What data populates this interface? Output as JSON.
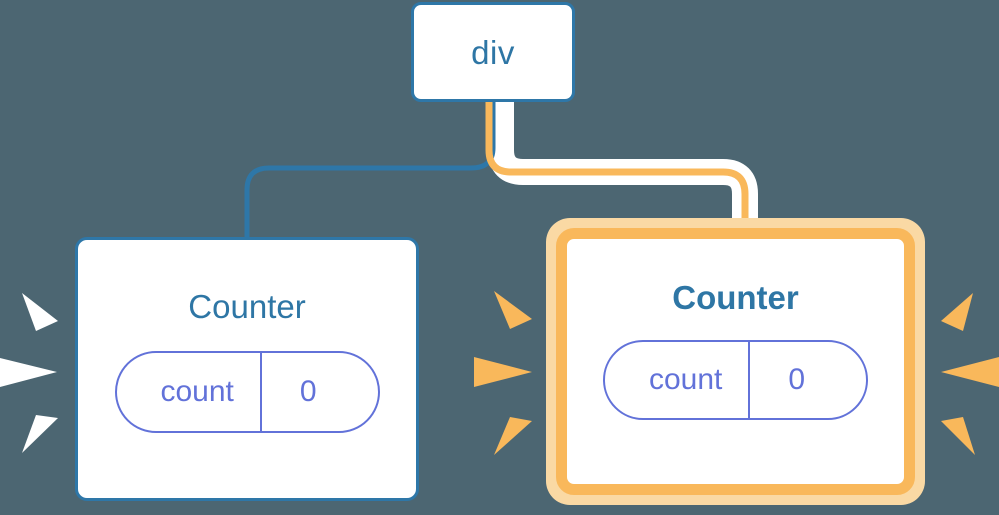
{
  "diagram": {
    "title_text": "Component tree re-render diagram",
    "background_color": "#4c6672"
  },
  "nodes": {
    "root": {
      "label": "div",
      "border_color": "#2e77a8",
      "text_color": "#2e76a5",
      "highlighted": "false"
    },
    "counter_left": {
      "label": "Counter",
      "border_color": "#2e77a8",
      "text_color": "#2e76a5",
      "highlighted": "false",
      "state": {
        "key": "count",
        "value": "0",
        "color": "#6272d9"
      }
    },
    "counter_right": {
      "label": "Counter",
      "border_color": "#f9b85b",
      "halo_color": "#fad9a4",
      "text_color": "#2e76a5",
      "highlighted": "true",
      "state": {
        "key": "count",
        "value": "0",
        "color": "#6272d9"
      }
    }
  },
  "edges": {
    "left_edge": {
      "from": "div",
      "to": "Counter (left)",
      "color": "#2e77a8",
      "style": "plain"
    },
    "right_edge": {
      "from": "div",
      "to": "Counter (right)",
      "color": "#f9b85b",
      "halo_color": "#ffffff",
      "style": "highlighted"
    }
  },
  "bursts": {
    "left_box_burst": {
      "color": "#ffffff",
      "ray_count": "3",
      "position": "left-of-counter-left"
    },
    "middle_burst": {
      "color": "#f9b85b",
      "ray_count": "3",
      "position": "between-counters"
    },
    "right_box_burst": {
      "color": "#f9b85b",
      "ray_count": "3",
      "position": "right-of-counter-right"
    }
  }
}
